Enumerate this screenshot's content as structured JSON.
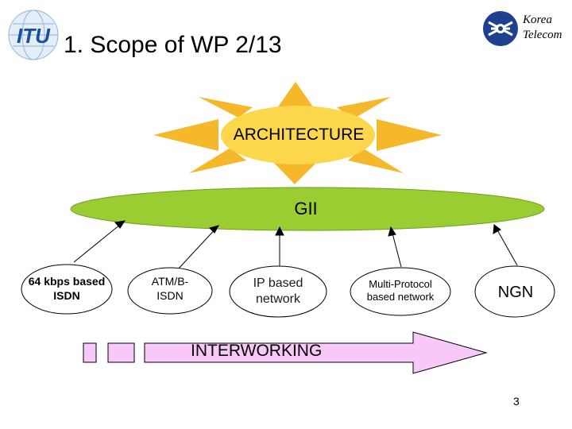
{
  "slide": {
    "title": "1. Scope of WP 2/13",
    "page_number": "3"
  },
  "logos": {
    "itu": {
      "text": "ITU",
      "color": "#1a4fa0"
    },
    "korea_telecom": {
      "line1": "Korea",
      "line2": "Telecom"
    }
  },
  "diagram": {
    "architecture_label": "ARCHITECTURE",
    "gii_label": "GII",
    "nodes": [
      {
        "line1": "64 kbps based",
        "line2": "ISDN"
      },
      {
        "line1": "ATM/B-",
        "line2": "ISDN"
      },
      {
        "line1": "IP based",
        "line2": "network"
      },
      {
        "line1": "Multi-Protocol",
        "line2": "based network"
      },
      {
        "line1": "NGN",
        "line2": ""
      }
    ],
    "interworking_label": "INTERWORKING"
  },
  "colors": {
    "sun_rays": "#f5b82a",
    "sun_center": "#fcd64b",
    "gii_ellipse": "#9acd32",
    "gii_ellipse_stroke": "#6f9d1c",
    "node_fill": "#ffffff",
    "interworking_arrow": "#f8c8f8",
    "small_boxes": "#f8c8f8"
  }
}
